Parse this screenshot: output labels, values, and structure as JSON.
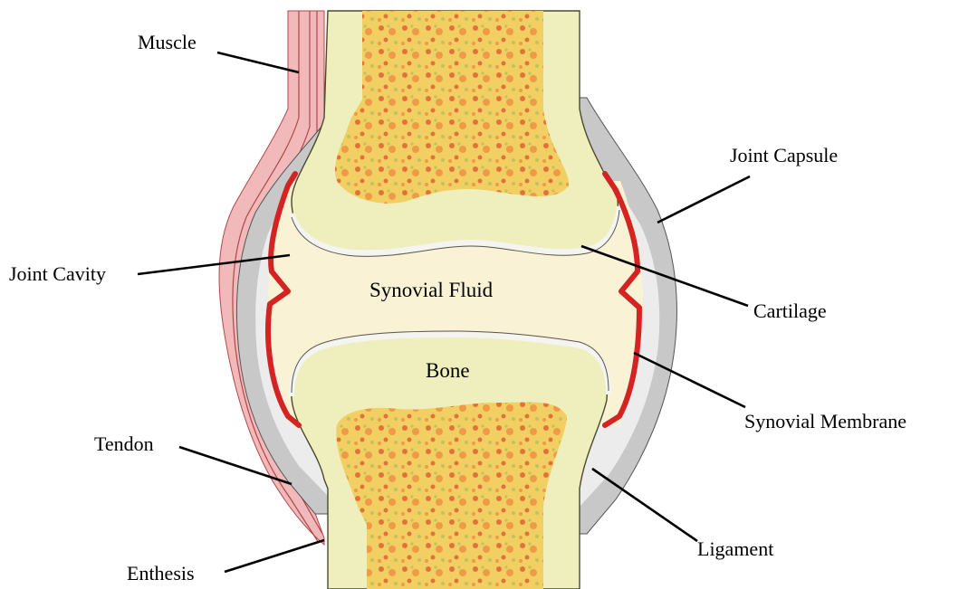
{
  "colors": {
    "bone_shell": "#efefbe",
    "bone_shell_edge": "#4a4a30",
    "marrow_base": "#f2cf62",
    "marrow_spot_red": "#e2723a",
    "marrow_spot_orange": "#ee9a48",
    "marrow_spot_green": "#bfc45a",
    "cavity_fluid": "#f9f2d4",
    "cartilage": "#f4f4f0",
    "joint_capsule": "#c8c8c8",
    "capsule_inner": "#ececec",
    "synovial_membrane": "#d42323",
    "muscle": "#f2b9bb",
    "muscle_lines": "#b04848"
  },
  "labels": {
    "muscle": "Muscle",
    "joint_capsule": "Joint Capsule",
    "joint_cavity": "Joint Cavity",
    "synovial_fluid": "Synovial Fluid",
    "cartilage": "Cartilage",
    "bone": "Bone",
    "synovial_membrane": "Synovial Membrane",
    "tendon": "Tendon",
    "ligament": "Ligament",
    "enthesis": "Enthesis"
  }
}
